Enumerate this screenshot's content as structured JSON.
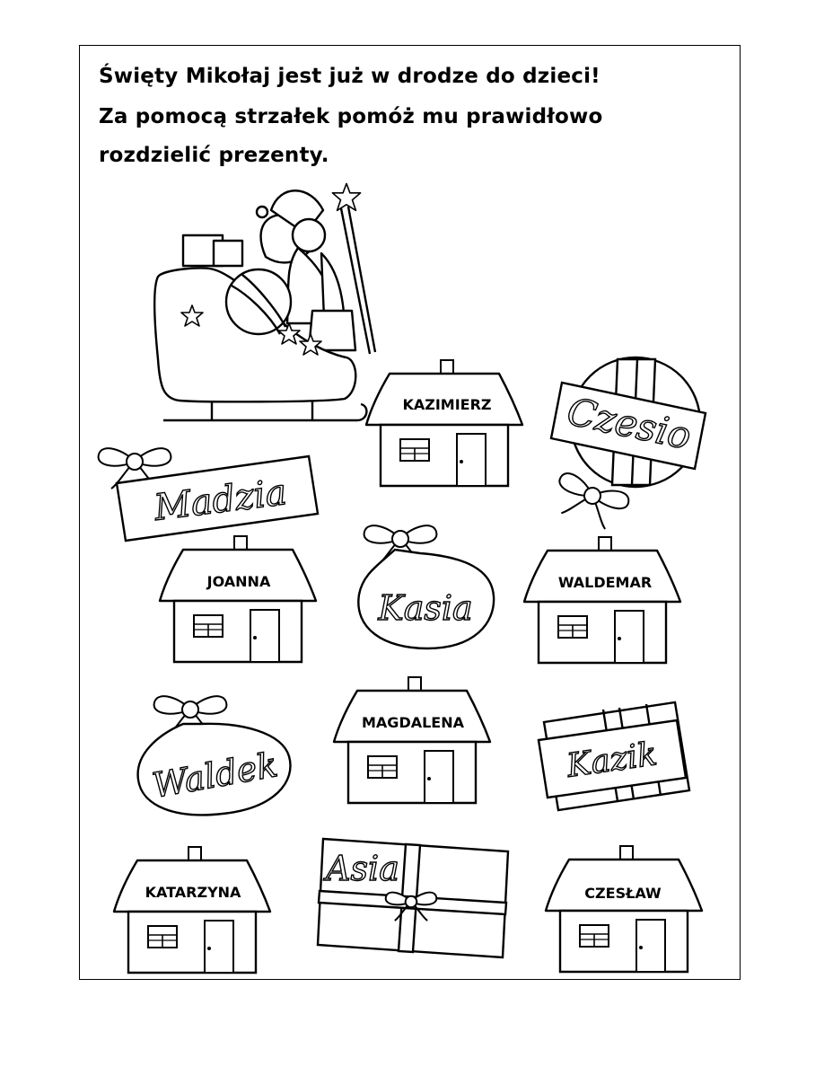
{
  "instructions": {
    "line1": "Święty Mikołaj jest już w drodze do dzieci!",
    "line2": "Za pomocą strzałek pomóż mu prawidłowo",
    "line3": "rozdzielić prezenty."
  },
  "houses": [
    {
      "name": "KAZIMIERZ"
    },
    {
      "name": "JOANNA"
    },
    {
      "name": "WALDEMAR"
    },
    {
      "name": "MAGDALENA"
    },
    {
      "name": "KATARZYNA"
    },
    {
      "name": "CZESŁAW"
    }
  ],
  "gifts": [
    {
      "label": "Czesio",
      "kind": "ball-with-tag"
    },
    {
      "label": "Madzia",
      "kind": "tag-with-bow"
    },
    {
      "label": "Kasia",
      "kind": "sack"
    },
    {
      "label": "Waldek",
      "kind": "sack"
    },
    {
      "label": "Kazik",
      "kind": "box-with-tag"
    },
    {
      "label": "Asia",
      "kind": "box"
    }
  ],
  "icons": [
    "santa-sleigh-icon",
    "house-icon",
    "bow-icon",
    "star-icon"
  ],
  "colors": {
    "ink": "#000000",
    "paper": "#ffffff"
  }
}
